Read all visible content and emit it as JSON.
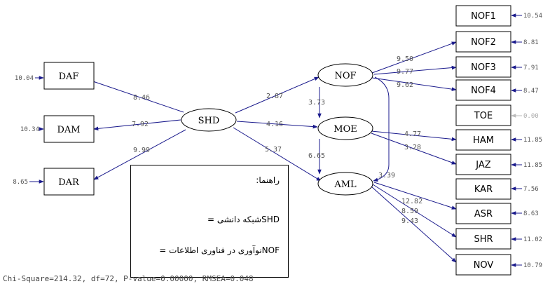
{
  "latent": {
    "shd": "SHD",
    "nof": "NOF",
    "moe": "MOE",
    "aml": "AML"
  },
  "left_indicators": [
    {
      "name": "DAF",
      "loading": "8.46",
      "error": "10.04"
    },
    {
      "name": "DAM",
      "loading": "7.92",
      "error": "10.34"
    },
    {
      "name": "DAR",
      "loading": "9.99",
      "error": "8.65"
    }
  ],
  "structural_paths": {
    "shd_nof": "2.87",
    "shd_moe": "4.16",
    "shd_aml": "5.37",
    "nof_moe": "3.73",
    "moe_aml": "6.65",
    "nof_aml": "3.39"
  },
  "right_indicators": [
    {
      "name": "NOF1",
      "loading": "",
      "error": "10.54"
    },
    {
      "name": "NOF2",
      "loading": "9.50",
      "error": "8.81"
    },
    {
      "name": "NOF3",
      "loading": "9.77",
      "error": "7.91"
    },
    {
      "name": "NOF4",
      "loading": "9.62",
      "error": "8.47"
    },
    {
      "name": "TOE",
      "loading": "",
      "error": "0.00"
    },
    {
      "name": "HAM",
      "loading": "4.77",
      "error": "11.85"
    },
    {
      "name": "JAZ",
      "loading": "3.28",
      "error": "11.85"
    },
    {
      "name": "KAR",
      "loading": "",
      "error": "7.56"
    },
    {
      "name": "ASR",
      "loading": "12.82",
      "error": "8.63"
    },
    {
      "name": "SHR",
      "loading": "8.59",
      "error": "11.02"
    },
    {
      "name": "NOV",
      "loading": "9.43",
      "error": "10.79"
    }
  ],
  "legend": {
    "title": "راهنما:",
    "line1": "SHDشبکه دانشی =",
    "line2": "NOFنوآوری در فناوری اطلاعات ="
  },
  "fit_stats": "Chi-Square=214.32, df=72, P-value=0.00000, RMSEA=0.048",
  "colors": {
    "path": "#1a1a8c",
    "box": "#000000",
    "muted_path": "#bbbbbb"
  }
}
